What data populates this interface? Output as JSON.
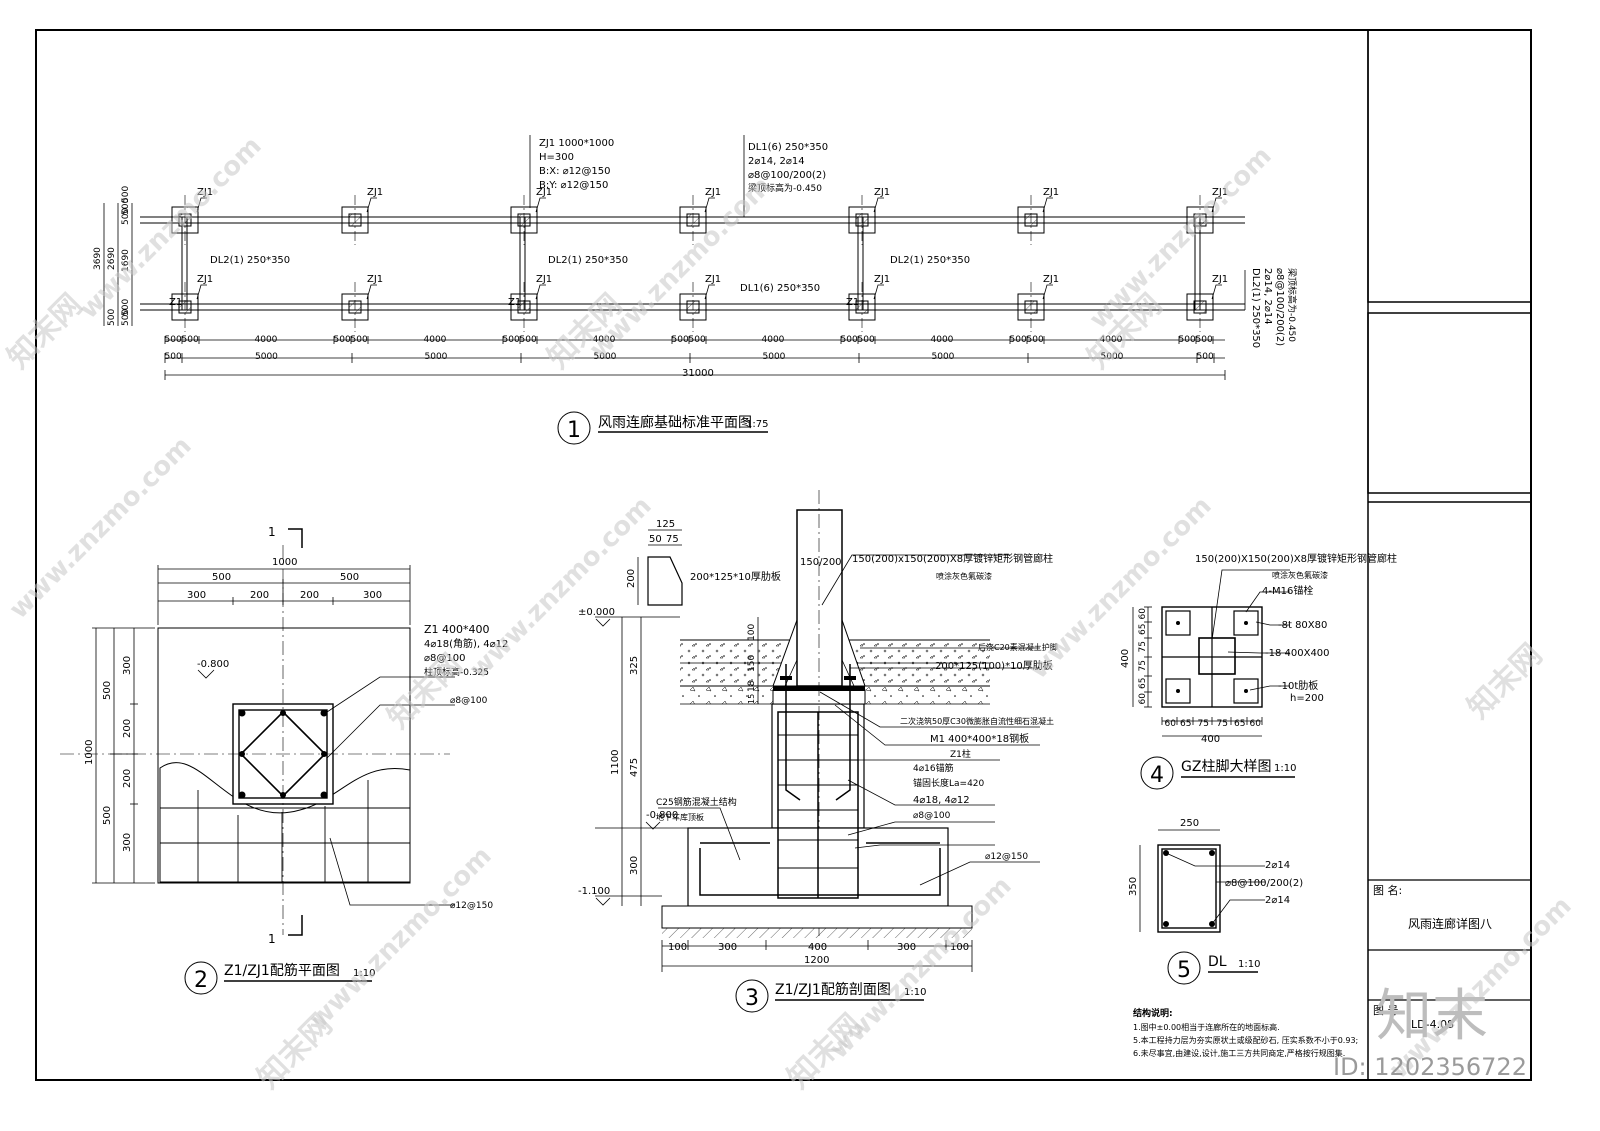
{
  "title_block": {
    "name_label": "图  名:",
    "drawing_name": "风雨连廊详图八",
    "no_label": "图  号",
    "drawing_no": "LD-4.08"
  },
  "watermark": {
    "site": "www.znzmo.com",
    "brand": "知末网",
    "logo": "知末",
    "id": "ID: 1202356722"
  },
  "plan1": {
    "title": "风雨连廊基础标准平面图",
    "scale": "1:75",
    "num": "1",
    "zj1": "ZJ1",
    "z1": "Z1",
    "note_zj1": [
      "ZJ1 1000*1000",
      "H=300",
      "B:X: ⌀12@150",
      "B:Y: ⌀12@150"
    ],
    "note_dl1_top": [
      "DL1(6) 250*350",
      "2⌀14, 2⌀14",
      "⌀8@100/200(2)",
      "梁顶标高为-0.450"
    ],
    "dl2": "DL2(1) 250*350",
    "dl1": "DL1(6) 250*350",
    "note_right": [
      "DL2(1) 250*350",
      "2⌀14, 2⌀14",
      "⌀8@100/200(2)",
      "梁顶标高为-0.450"
    ],
    "dims_row1": [
      "500",
      "500",
      "4000",
      "500",
      "500",
      "4000",
      "500",
      "500",
      "4000",
      "500",
      "500",
      "4000",
      "500",
      "500",
      "4000",
      "500",
      "500",
      "4000",
      "500",
      "500"
    ],
    "dims_row2": [
      "500",
      "5000",
      "5000",
      "5000",
      "5000",
      "5000",
      "5000",
      "500"
    ],
    "dim_total": "31000",
    "left_dims": [
      "500",
      "500",
      "500",
      "1690",
      "2690",
      "3690",
      "500",
      "500",
      "500"
    ]
  },
  "plan2": {
    "title": "Z1/ZJ1配筋平面图",
    "scale": "1:10",
    "num": "2",
    "sec": "1",
    "top_dims": {
      "total": "1000",
      "half": [
        "500",
        "500"
      ],
      "parts": [
        "300",
        "200",
        "200",
        "300"
      ]
    },
    "left_dims": {
      "total": "1000",
      "half": [
        "500",
        "500"
      ],
      "parts": [
        "300",
        "200",
        "200",
        "300"
      ]
    },
    "elev": "-0.800",
    "notes": [
      "Z1 400*400",
      "4⌀18(角筋), 4⌀12",
      "⌀8@100",
      "柱顶标高-0.325"
    ],
    "stirrup": "⌀8@100",
    "bottom_bar": "⌀12@150"
  },
  "sect3": {
    "title": "Z1/ZJ1配筋剖面图",
    "scale": "1:10",
    "num": "3",
    "plate_dims": [
      "125",
      "50",
      "75",
      "200"
    ],
    "plate_note": "200*125*10厚肋板",
    "col_dim": "150/200",
    "col_note": [
      "150(200)x150(200)X8厚镀锌矩形钢管廊柱",
      "喷涂灰色氟碳漆"
    ],
    "elevs": [
      "±0.000",
      "-0.800",
      "-1.100"
    ],
    "left_dims": [
      "325",
      "475",
      "300",
      "1100"
    ],
    "small_dims": [
      "100",
      "150",
      "18",
      "15"
    ],
    "right_notes": [
      "后浇C20素混凝土护脚",
      "200*125(100)*10厚肋板",
      "二次浇筑50厚C30微膨胀自流性细石混凝土",
      "M1 400*400*18钢板",
      "Z1柱",
      "4⌀16锚筋",
      "锚固长度La=420",
      "4⌀18, 4⌀12",
      "⌀8@100",
      "⌀12@150"
    ],
    "left_notes": [
      "C25钢筋混凝土结构",
      "地下车库顶板"
    ],
    "bottom_dims": [
      "100",
      "300",
      "400",
      "300",
      "100",
      "1200"
    ]
  },
  "detail4": {
    "title": "GZ柱脚大样图",
    "scale": "1:10",
    "num": "4",
    "notes": [
      "150(200)X150(200)X8厚镀锌矩形钢管廊柱",
      "喷涂灰色氟碳漆",
      "4-M16锚栓",
      "-8t 80X80",
      "-18 400X400",
      "-10t肋板",
      "h=200"
    ],
    "left_dims": [
      "60",
      "65",
      "75",
      "75",
      "65",
      "60",
      "400"
    ],
    "bottom_dims": [
      "60",
      "65",
      "75",
      "75",
      "65",
      "60"
    ],
    "bottom_total": "400"
  },
  "detail5": {
    "title": "DL",
    "scale": "1:10",
    "num": "5",
    "w": "250",
    "h": "350",
    "notes": [
      "2⌀14",
      "⌀8@100/200(2)",
      "2⌀14"
    ]
  },
  "struct_notes": {
    "head": "结构说明:",
    "lines": [
      "1.图中±0.00相当于连廊所在的地面标高.",
      "5.本工程持力层为夯实原状土或级配砂石, 压实系数不小于0.93;",
      "6.未尽事宜,由建设,设计,施工三方共同商定,严格按行规图集."
    ]
  }
}
